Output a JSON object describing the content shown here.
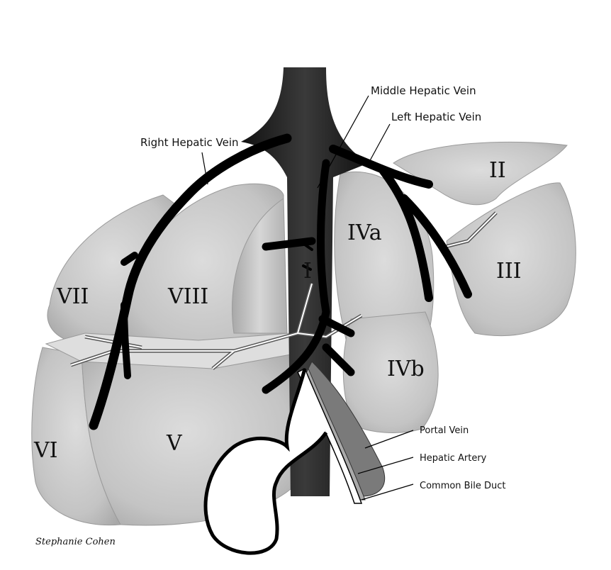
{
  "segments": {
    "I": "I",
    "II": "II",
    "III": "III",
    "IVa": "IVa",
    "IVb": "IVb",
    "V": "V",
    "VI": "VI",
    "VII": "VII",
    "VIII": "VIII"
  },
  "vessel_labels": {
    "middle_hepatic_vein": "Middle Hepatic Vein",
    "left_hepatic_vein": "Left Hepatic Vein",
    "right_hepatic_vein": "Right Hepatic Vein",
    "portal_vein": "Portal Vein",
    "hepatic_artery": "Hepatic Artery",
    "common_bile_duct": "Common Bile Duct"
  },
  "signature": "Stephanie Cohen",
  "colors": {
    "segment": "#c8c8c8",
    "vein": "#000000",
    "ivc": "#2a2a2a",
    "portal": "#7a7a7a"
  }
}
